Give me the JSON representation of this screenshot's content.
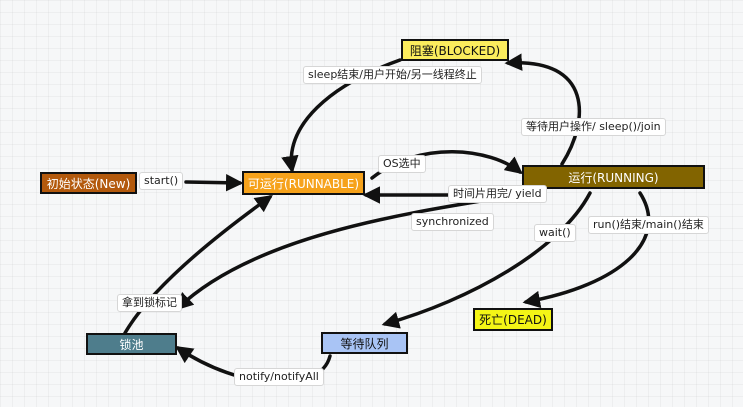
{
  "states": {
    "new": {
      "label": "初始状态(New)",
      "fill": "#b3590c",
      "text_color": "#ffffff"
    },
    "runnable": {
      "label": "可运行(RUNNABLE)",
      "fill": "#f6a21b",
      "text_color": "#ffffff"
    },
    "blocked": {
      "label": "阻塞(BLOCKED)",
      "fill": "#fbec5d",
      "text_color": "#111111"
    },
    "running": {
      "label": "运行(RUNNING)",
      "fill": "#826400",
      "text_color": "#ffffff"
    },
    "dead": {
      "label": "死亡(DEAD)",
      "fill": "#f4f516",
      "text_color": "#111111"
    },
    "lock_pool": {
      "label": "锁池",
      "fill": "#4e7d8c",
      "text_color": "#ffffff"
    },
    "wait_queue": {
      "label": "等待队列",
      "fill": "#a9c4f5",
      "text_color": "#111111"
    }
  },
  "transitions": {
    "start": "start()",
    "os_select": "OS选中",
    "time_slice_yield": "时间片用完/ yield",
    "blocked_to_runnable": "sleep结束/用户开始/另一线程终止",
    "running_to_blocked": "等待用户操作/ sleep()/join",
    "synchronized": "synchronized",
    "wait": "wait()",
    "run_end": "run()结束/main()结束",
    "get_lock": "拿到锁标记",
    "notify": "notify/notifyAll"
  },
  "colors": {
    "edge": "#111111"
  }
}
